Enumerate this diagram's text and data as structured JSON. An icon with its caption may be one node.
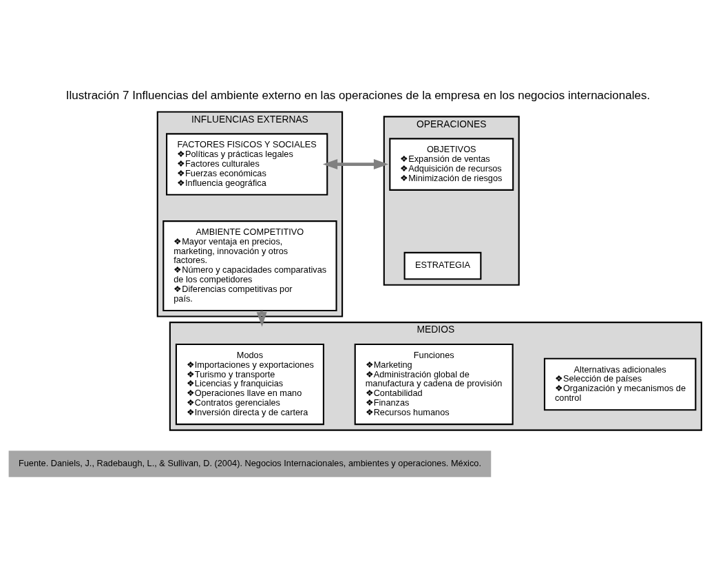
{
  "diagram": {
    "title": "Ilustración 7 Influencias del ambiente externo en las operaciones de la empresa en los negocios internacionales.",
    "caption": "Fuente. Daniels, J., Radebaugh, L., & Sullivan, D. (2004). Negocios Internacionales, ambientes y operaciones. México.",
    "nodes": [
      {
        "text": [
          "INFLUENCIAS EXTERNAS"
        ]
      },
      {
        "text": [
          "FACTORES FISíCOS Y SOCIALES",
          "❖Políticas y prácticas legales",
          "❖Factores culturales",
          "❖Fuerzas económicas",
          "❖Influencia geográfica"
        ],
        "in": 0
      },
      {
        "text": [
          "AMBIENTE COMPETITIVO",
          "❖Mayor ventaja en precios, marketing, innovación y otros factores.",
          "❖Número y capacidades comparativas de los competidores",
          "❖Diferencias competitivas por país."
        ],
        "in": 0
      },
      {
        "text": [
          "OPERACIONES"
        ]
      },
      {
        "text": [
          "OBJETIVOS",
          "❖Expansión de ventas",
          "❖Adquisición de recursos",
          "❖Minimización de riesgos"
        ],
        "in": 3
      },
      {
        "text": [
          "ESTRATEGIA"
        ],
        "in": 3
      },
      {
        "text": [
          "MEDIOS"
        ]
      },
      {
        "text": [
          "Modos",
          "❖Importaciones y exportaciones",
          "❖Turismo y transporte",
          "❖Licencias y franquicias",
          "❖Operaciones llave en mano",
          "❖Contratos gerenciales",
          "❖Inversión directa y de cartera"
        ],
        "in": 6
      },
      {
        "text": [
          "Funciones",
          "❖Marketing",
          "❖Administración global de manufactura y cadena de provisión",
          "❖Contabilidad",
          "❖Finanzas",
          "❖Recursos humanos"
        ],
        "in": 6
      },
      {
        "text": [
          "Alternativas adicionales",
          "❖Selección de países",
          "❖Organización y mecanismos de control"
        ],
        "in": 6
      }
    ],
    "edges": [
      {
        "from": 1,
        "to": 3,
        "arrow": "to"
      },
      {
        "from": 3,
        "to": 1,
        "arrow": "to"
      },
      {
        "from": 2,
        "to": 6,
        "arrow": "to"
      }
    ]
  }
}
